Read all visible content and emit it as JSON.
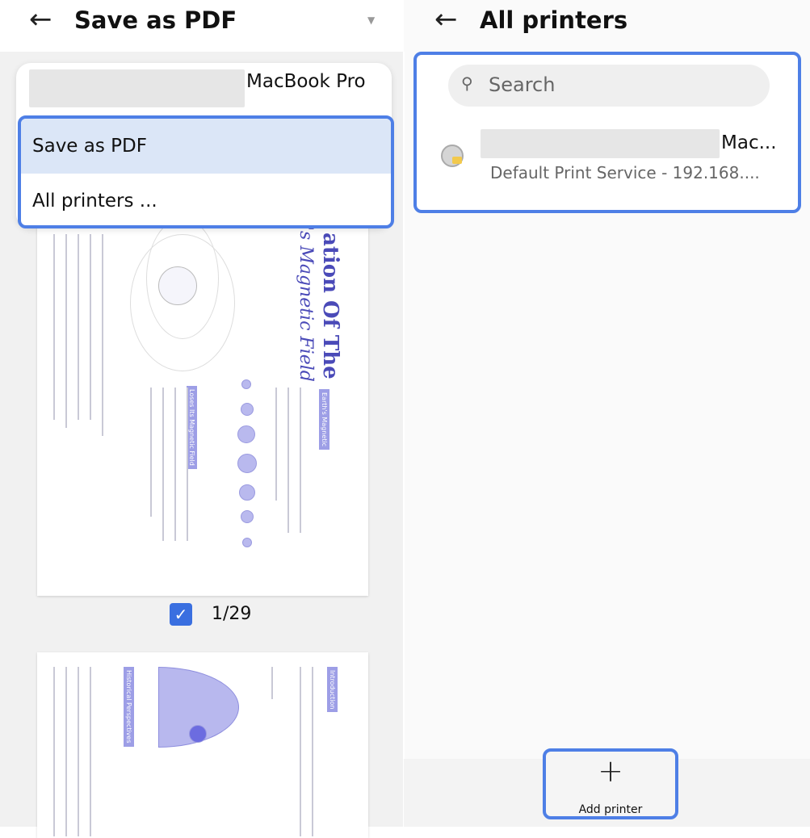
{
  "left_panel": {
    "title": "Save as PDF",
    "dropdown": {
      "current_printer": "MacBook Pro",
      "options": [
        "Save as PDF",
        "All printers ..."
      ],
      "selected": "Save as PDF"
    },
    "preview": {
      "page1": {
        "heading_line1": "ation Of The",
        "heading_line2": "'s Magnetic Field",
        "tag1": "Earth's Magnetic",
        "tag2": "Loses Its Magnetic Field"
      },
      "page_checked": true,
      "page_counter": "1/29",
      "page2": {
        "tag1": "Introduction",
        "tag2": "Historical Perspectives"
      }
    }
  },
  "right_panel": {
    "title": "All printers",
    "search": {
      "placeholder": "Search"
    },
    "printers": [
      {
        "name": "Mac...",
        "subtitle": "Default Print Service - 192.168...."
      }
    ],
    "add_printer_label": "Add printer"
  },
  "colors": {
    "highlight": "#4e7fe6",
    "selected_bg": "#dbe6f7",
    "checkbox": "#3a6fe0",
    "accent_doc": "#4a4ab8"
  }
}
